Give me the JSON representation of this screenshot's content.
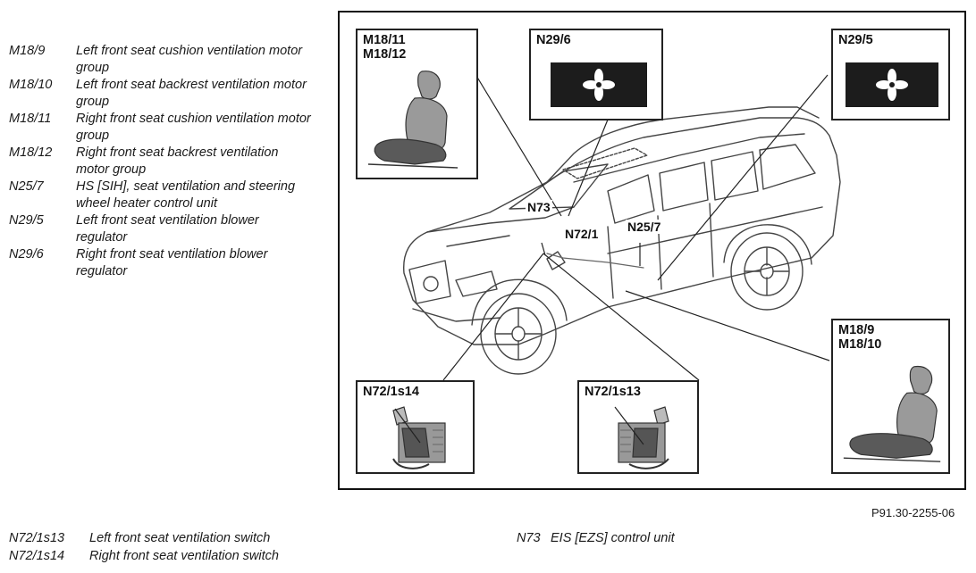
{
  "legend_top": [
    {
      "code": "M18/9",
      "desc": "Left front seat cushion ventilation motor group"
    },
    {
      "code": "M18/10",
      "desc": "Left front seat backrest ventilation motor group"
    },
    {
      "code": "M18/11",
      "desc": "Right front seat cushion ventilation motor group"
    },
    {
      "code": "M18/12",
      "desc": "Right front seat backrest ventilation motor group"
    },
    {
      "code": "N25/7",
      "desc": "HS [SIH], seat ventilation and steering wheel heater control unit"
    },
    {
      "code": "N29/5",
      "desc": "Left front seat ventilation blower regulator"
    },
    {
      "code": "N29/6",
      "desc": "Right front seat ventilation blower regulator"
    }
  ],
  "callouts": {
    "seat_right": "M18/11\nM18/12",
    "blower_n296": "N29/6",
    "blower_n295": "N29/5",
    "seat_left": "M18/9\nM18/10",
    "switch_n72_1s14": "N72/1s14",
    "switch_n72_1s13": "N72/1s13"
  },
  "car_labels": {
    "n73": "N73",
    "n72_1": "N72/1",
    "n25_7": "N25/7"
  },
  "figure_id": "P91.30-2255-06",
  "legend_bottom_left": [
    {
      "code": "N72/1s13",
      "desc": "Left front seat ventilation switch"
    },
    {
      "code": "N72/1s14",
      "desc": "Right front seat ventilation switch"
    }
  ],
  "legend_bottom_right": [
    {
      "code": "N73",
      "desc": "EIS [EZS] control unit"
    }
  ],
  "icons": {
    "seat": "car-seat-icon",
    "fan": "fan-icon",
    "switch": "seat-switch-icon"
  }
}
